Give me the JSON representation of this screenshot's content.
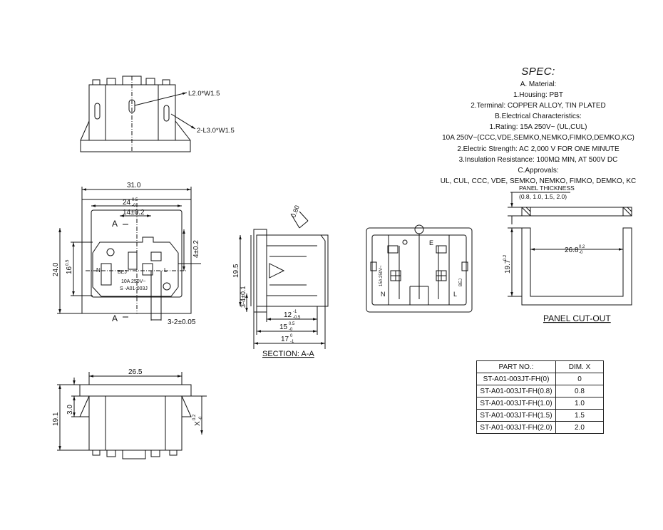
{
  "spec": {
    "title": "SPEC:",
    "lines": [
      "A. Material:",
      "1.Housing: PBT",
      "2.Terminal: COPPER ALLOY, TIN PLATED",
      "B.Electrical Characteristics:",
      "1.Rating:  15A 250V~ (UL,CUL)",
      "10A 250V~(CCC,VDE,SEMKO,NEMKO,FIMKO,DEMKO,KC)",
      "2.Electric Strength: AC 2,000 V FOR ONE MINUTE",
      "3.Insulation Resistance: 100MΩ MIN, AT 500V DC",
      "C.Approvals:",
      "UL, CUL, CCC, VDE, SEMKO, NEMKO, FIMKO, DEMKO, KC"
    ]
  },
  "labels": {
    "panel_thickness": "PANEL THICKNESS",
    "panel_thickness_values": "(0.8, 1.0, 1.5, 2.0)",
    "panel_cutout": "PANEL CUT-OUT",
    "section": "SECTION: A-A",
    "slot1": "L2.0*W1.5",
    "slot2": "2-L3.0*W1.5",
    "section_mark_top": "A",
    "section_mark_bottom": "A",
    "pin_n_front": "N",
    "pin_l_front": "L",
    "pin_e_back": "E",
    "pin_n_back": "N",
    "pin_l_back": "L",
    "face_rating": "10A 250V~",
    "face_part": "S -A01-003J",
    "face_bej": "BEJ",
    "back_rating": "15A 250V~",
    "back_bej": "BEJ"
  },
  "dims": {
    "w31": "31.0",
    "w24": "24",
    "w24_tol_up": "0.5",
    "w24_tol_dn": "-0",
    "w14": "14±0.2",
    "h24": "24.0",
    "h16": "16",
    "h16_tol_up": "0.5",
    "h16_tol_dn": "-0",
    "d4": "4±0.2",
    "d3_2": "3-2±0.05",
    "sec_080": "0.80",
    "sec_195": "19.5",
    "sec_34": "3-4±0.1",
    "sec_12": "12",
    "sec_12_tol_up": "-1",
    "sec_12_tol_dn": "-0.5",
    "sec_15": "15",
    "sec_15_tol_up": "0.5",
    "sec_15_tol_dn": "-0",
    "sec_17": "17",
    "sec_17_tol_up": "0",
    "sec_17_tol_dn": "-1",
    "cut_268": "26.8",
    "cut_268_tol_up": "0.2",
    "cut_268_tol_dn": "-0",
    "cut_197": "19.7",
    "cut_197_tol_up": "0.2",
    "cut_197_tol_dn": "-0",
    "bot_265": "26.5",
    "bot_191": "19.1",
    "bot_30": "3.0",
    "bot_x": "X",
    "bot_x_tol_up": "0.2",
    "bot_x_tol_dn": "-0"
  },
  "table": {
    "headers": [
      "PART NO.:",
      "DIM. X"
    ],
    "rows": [
      [
        "ST-A01-003JT-FH(0)",
        "0"
      ],
      [
        "ST-A01-003JT-FH(0.8)",
        "0.8"
      ],
      [
        "ST-A01-003JT-FH(1.0)",
        "1.0"
      ],
      [
        "ST-A01-003JT-FH(1.5)",
        "1.5"
      ],
      [
        "ST-A01-003JT-FH(2.0)",
        "2.0"
      ]
    ]
  }
}
